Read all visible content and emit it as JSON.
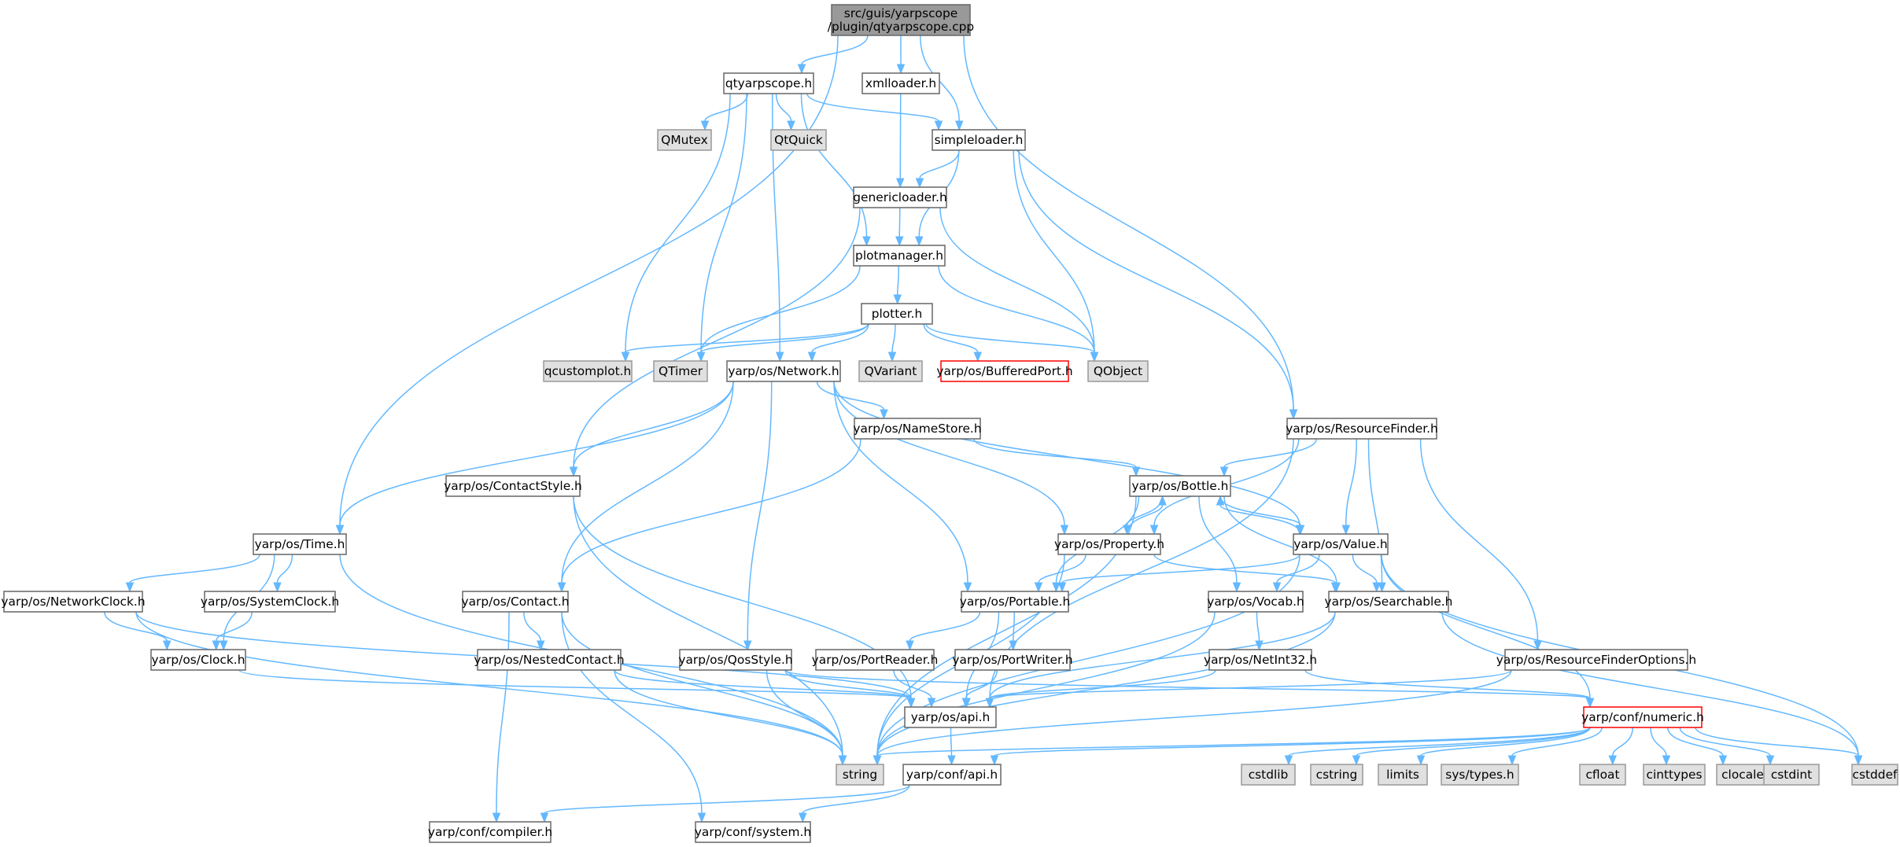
{
  "colors": {
    "background": "#ffffff",
    "edge": "#63b8ff",
    "node_border": "#666666",
    "node_fill": "#ffffff",
    "root_fill": "#999999",
    "external_fill": "#e0e0e0",
    "external_border": "#999999",
    "truncated_border": "#ff0000"
  },
  "nodes": [
    {
      "id": "root",
      "lines": [
        "src/guis/yarpscope",
        "/plugin/qtyarpscope.cpp"
      ],
      "kind": "root"
    },
    {
      "id": "qtyarpscope_h",
      "lines": [
        "qtyarpscope.h"
      ],
      "kind": "header"
    },
    {
      "id": "xmlloader_h",
      "lines": [
        "xmlloader.h"
      ],
      "kind": "header"
    },
    {
      "id": "qmutex",
      "lines": [
        "QMutex"
      ],
      "kind": "external"
    },
    {
      "id": "qtquick",
      "lines": [
        "QtQuick"
      ],
      "kind": "external"
    },
    {
      "id": "simpleloader_h",
      "lines": [
        "simpleloader.h"
      ],
      "kind": "header"
    },
    {
      "id": "genericloader_h",
      "lines": [
        "genericloader.h"
      ],
      "kind": "header"
    },
    {
      "id": "plotmanager_h",
      "lines": [
        "plotmanager.h"
      ],
      "kind": "header"
    },
    {
      "id": "plotter_h",
      "lines": [
        "plotter.h"
      ],
      "kind": "header"
    },
    {
      "id": "qcustomplot_h",
      "lines": [
        "qcustomplot.h"
      ],
      "kind": "external"
    },
    {
      "id": "qtimer",
      "lines": [
        "QTimer"
      ],
      "kind": "external"
    },
    {
      "id": "network_h",
      "lines": [
        "yarp/os/Network.h"
      ],
      "kind": "header"
    },
    {
      "id": "qvariant",
      "lines": [
        "QVariant"
      ],
      "kind": "external"
    },
    {
      "id": "bufferedport_h",
      "lines": [
        "yarp/os/BufferedPort.h"
      ],
      "kind": "truncated"
    },
    {
      "id": "qobject",
      "lines": [
        "QObject"
      ],
      "kind": "external"
    },
    {
      "id": "resourcefinder_h",
      "lines": [
        "yarp/os/ResourceFinder.h"
      ],
      "kind": "header"
    },
    {
      "id": "namestore_h",
      "lines": [
        "yarp/os/NameStore.h"
      ],
      "kind": "header"
    },
    {
      "id": "contactstyle_h",
      "lines": [
        "yarp/os/ContactStyle.h"
      ],
      "kind": "header"
    },
    {
      "id": "bottle_h",
      "lines": [
        "yarp/os/Bottle.h"
      ],
      "kind": "header"
    },
    {
      "id": "time_h",
      "lines": [
        "yarp/os/Time.h"
      ],
      "kind": "header"
    },
    {
      "id": "property_h",
      "lines": [
        "yarp/os/Property.h"
      ],
      "kind": "header"
    },
    {
      "id": "value_h",
      "lines": [
        "yarp/os/Value.h"
      ],
      "kind": "header"
    },
    {
      "id": "networkclock_h",
      "lines": [
        "yarp/os/NetworkClock.h"
      ],
      "kind": "header"
    },
    {
      "id": "systemclock_h",
      "lines": [
        "yarp/os/SystemClock.h"
      ],
      "kind": "header"
    },
    {
      "id": "contact_h",
      "lines": [
        "yarp/os/Contact.h"
      ],
      "kind": "header"
    },
    {
      "id": "portable_h",
      "lines": [
        "yarp/os/Portable.h"
      ],
      "kind": "header"
    },
    {
      "id": "vocab_h",
      "lines": [
        "yarp/os/Vocab.h"
      ],
      "kind": "header"
    },
    {
      "id": "searchable_h",
      "lines": [
        "yarp/os/Searchable.h"
      ],
      "kind": "header"
    },
    {
      "id": "clock_h",
      "lines": [
        "yarp/os/Clock.h"
      ],
      "kind": "header"
    },
    {
      "id": "nestedcontact_h",
      "lines": [
        "yarp/os/NestedContact.h"
      ],
      "kind": "header"
    },
    {
      "id": "qosstyle_h",
      "lines": [
        "yarp/os/QosStyle.h"
      ],
      "kind": "header"
    },
    {
      "id": "portreader_h",
      "lines": [
        "yarp/os/PortReader.h"
      ],
      "kind": "header"
    },
    {
      "id": "portwriter_h",
      "lines": [
        "yarp/os/PortWriter.h"
      ],
      "kind": "header"
    },
    {
      "id": "netint32_h",
      "lines": [
        "yarp/os/NetInt32.h"
      ],
      "kind": "header"
    },
    {
      "id": "rfoptions_h",
      "lines": [
        "yarp/os/ResourceFinderOptions.h"
      ],
      "kind": "header"
    },
    {
      "id": "os_api_h",
      "lines": [
        "yarp/os/api.h"
      ],
      "kind": "header"
    },
    {
      "id": "numeric_h",
      "lines": [
        "yarp/conf/numeric.h"
      ],
      "kind": "truncated"
    },
    {
      "id": "string",
      "lines": [
        "string"
      ],
      "kind": "external"
    },
    {
      "id": "conf_api_h",
      "lines": [
        "yarp/conf/api.h"
      ],
      "kind": "header"
    },
    {
      "id": "cstdlib",
      "lines": [
        "cstdlib"
      ],
      "kind": "external"
    },
    {
      "id": "cstring",
      "lines": [
        "cstring"
      ],
      "kind": "external"
    },
    {
      "id": "limits",
      "lines": [
        "limits"
      ],
      "kind": "external"
    },
    {
      "id": "systypes_h",
      "lines": [
        "sys/types.h"
      ],
      "kind": "external"
    },
    {
      "id": "cfloat",
      "lines": [
        "cfloat"
      ],
      "kind": "external"
    },
    {
      "id": "cinttypes",
      "lines": [
        "cinttypes"
      ],
      "kind": "external"
    },
    {
      "id": "clocale",
      "lines": [
        "clocale"
      ],
      "kind": "external"
    },
    {
      "id": "cstdint",
      "lines": [
        "cstdint"
      ],
      "kind": "external"
    },
    {
      "id": "cstddef",
      "lines": [
        "cstddef"
      ],
      "kind": "external"
    },
    {
      "id": "compiler_h",
      "lines": [
        "yarp/conf/compiler.h"
      ],
      "kind": "header"
    },
    {
      "id": "system_h",
      "lines": [
        "yarp/conf/system.h"
      ],
      "kind": "header"
    }
  ],
  "edges": [
    [
      "root",
      "qtyarpscope_h"
    ],
    [
      "root",
      "xmlloader_h"
    ],
    [
      "root",
      "simpleloader_h"
    ],
    [
      "root",
      "time_h"
    ],
    [
      "root",
      "resourcefinder_h"
    ],
    [
      "qtyarpscope_h",
      "qmutex"
    ],
    [
      "qtyarpscope_h",
      "qtquick"
    ],
    [
      "qtyarpscope_h",
      "simpleloader_h"
    ],
    [
      "qtyarpscope_h",
      "plotmanager_h"
    ],
    [
      "qtyarpscope_h",
      "qcustomplot_h"
    ],
    [
      "qtyarpscope_h",
      "qtimer"
    ],
    [
      "qtyarpscope_h",
      "network_h"
    ],
    [
      "xmlloader_h",
      "genericloader_h"
    ],
    [
      "simpleloader_h",
      "genericloader_h"
    ],
    [
      "simpleloader_h",
      "plotmanager_h"
    ],
    [
      "simpleloader_h",
      "qobject"
    ],
    [
      "simpleloader_h",
      "resourcefinder_h"
    ],
    [
      "genericloader_h",
      "plotmanager_h"
    ],
    [
      "genericloader_h",
      "qobject"
    ],
    [
      "genericloader_h",
      "contactstyle_h"
    ],
    [
      "plotmanager_h",
      "plotter_h"
    ],
    [
      "plotmanager_h",
      "qtimer"
    ],
    [
      "plotmanager_h",
      "qobject"
    ],
    [
      "plotter_h",
      "qcustomplot_h"
    ],
    [
      "plotter_h",
      "qtimer"
    ],
    [
      "plotter_h",
      "network_h"
    ],
    [
      "plotter_h",
      "qvariant"
    ],
    [
      "plotter_h",
      "bufferedport_h"
    ],
    [
      "plotter_h",
      "qobject"
    ],
    [
      "network_h",
      "time_h"
    ],
    [
      "network_h",
      "contactstyle_h"
    ],
    [
      "network_h",
      "namestore_h"
    ],
    [
      "network_h",
      "property_h"
    ],
    [
      "network_h",
      "value_h"
    ],
    [
      "network_h",
      "contact_h"
    ],
    [
      "network_h",
      "portable_h"
    ],
    [
      "network_h",
      "qosstyle_h"
    ],
    [
      "namestore_h",
      "bottle_h"
    ],
    [
      "namestore_h",
      "contact_h"
    ],
    [
      "resourcefinder_h",
      "bottle_h"
    ],
    [
      "resourcefinder_h",
      "property_h"
    ],
    [
      "resourcefinder_h",
      "value_h"
    ],
    [
      "resourcefinder_h",
      "searchable_h"
    ],
    [
      "resourcefinder_h",
      "rfoptions_h"
    ],
    [
      "resourcefinder_h",
      "os_api_h"
    ],
    [
      "contactstyle_h",
      "os_api_h"
    ],
    [
      "contactstyle_h",
      "string"
    ],
    [
      "bottle_h",
      "property_h"
    ],
    [
      "bottle_h",
      "value_h"
    ],
    [
      "bottle_h",
      "portable_h"
    ],
    [
      "bottle_h",
      "vocab_h"
    ],
    [
      "bottle_h",
      "searchable_h"
    ],
    [
      "bottle_h",
      "string"
    ],
    [
      "property_h",
      "bottle_h"
    ],
    [
      "property_h",
      "portable_h"
    ],
    [
      "property_h",
      "searchable_h"
    ],
    [
      "property_h",
      "string"
    ],
    [
      "value_h",
      "bottle_h"
    ],
    [
      "value_h",
      "portable_h"
    ],
    [
      "value_h",
      "vocab_h"
    ],
    [
      "value_h",
      "searchable_h"
    ],
    [
      "value_h",
      "numeric_h"
    ],
    [
      "value_h",
      "string"
    ],
    [
      "value_h",
      "cstddef"
    ],
    [
      "time_h",
      "networkclock_h"
    ],
    [
      "time_h",
      "systemclock_h"
    ],
    [
      "time_h",
      "clock_h"
    ],
    [
      "time_h",
      "string"
    ],
    [
      "networkclock_h",
      "clock_h"
    ],
    [
      "networkclock_h",
      "os_api_h"
    ],
    [
      "networkclock_h",
      "string"
    ],
    [
      "systemclock_h",
      "clock_h"
    ],
    [
      "clock_h",
      "os_api_h"
    ],
    [
      "contact_h",
      "nestedcontact_h"
    ],
    [
      "contact_h",
      "string"
    ],
    [
      "contact_h",
      "compiler_h"
    ],
    [
      "contact_h",
      "system_h"
    ],
    [
      "nestedcontact_h",
      "os_api_h"
    ],
    [
      "nestedcontact_h",
      "string"
    ],
    [
      "qosstyle_h",
      "os_api_h"
    ],
    [
      "qosstyle_h",
      "string"
    ],
    [
      "qosstyle_h",
      "numeric_h"
    ],
    [
      "portable_h",
      "portreader_h"
    ],
    [
      "portable_h",
      "portwriter_h"
    ],
    [
      "portable_h",
      "os_api_h"
    ],
    [
      "portreader_h",
      "os_api_h"
    ],
    [
      "portwriter_h",
      "os_api_h"
    ],
    [
      "vocab_h",
      "netint32_h"
    ],
    [
      "vocab_h",
      "string"
    ],
    [
      "searchable_h",
      "os_api_h"
    ],
    [
      "searchable_h",
      "string"
    ],
    [
      "searchable_h",
      "cstddef"
    ],
    [
      "netint32_h",
      "os_api_h"
    ],
    [
      "netint32_h",
      "numeric_h"
    ],
    [
      "rfoptions_h",
      "os_api_h"
    ],
    [
      "rfoptions_h",
      "string"
    ],
    [
      "os_api_h",
      "conf_api_h"
    ],
    [
      "numeric_h",
      "string"
    ],
    [
      "numeric_h",
      "cstdlib"
    ],
    [
      "numeric_h",
      "cstring"
    ],
    [
      "numeric_h",
      "limits"
    ],
    [
      "numeric_h",
      "systypes_h"
    ],
    [
      "numeric_h",
      "cfloat"
    ],
    [
      "numeric_h",
      "cinttypes"
    ],
    [
      "numeric_h",
      "clocale"
    ],
    [
      "numeric_h",
      "cstdint"
    ],
    [
      "numeric_h",
      "cstddef"
    ],
    [
      "numeric_h",
      "conf_api_h"
    ],
    [
      "conf_api_h",
      "compiler_h"
    ],
    [
      "conf_api_h",
      "system_h"
    ]
  ]
}
